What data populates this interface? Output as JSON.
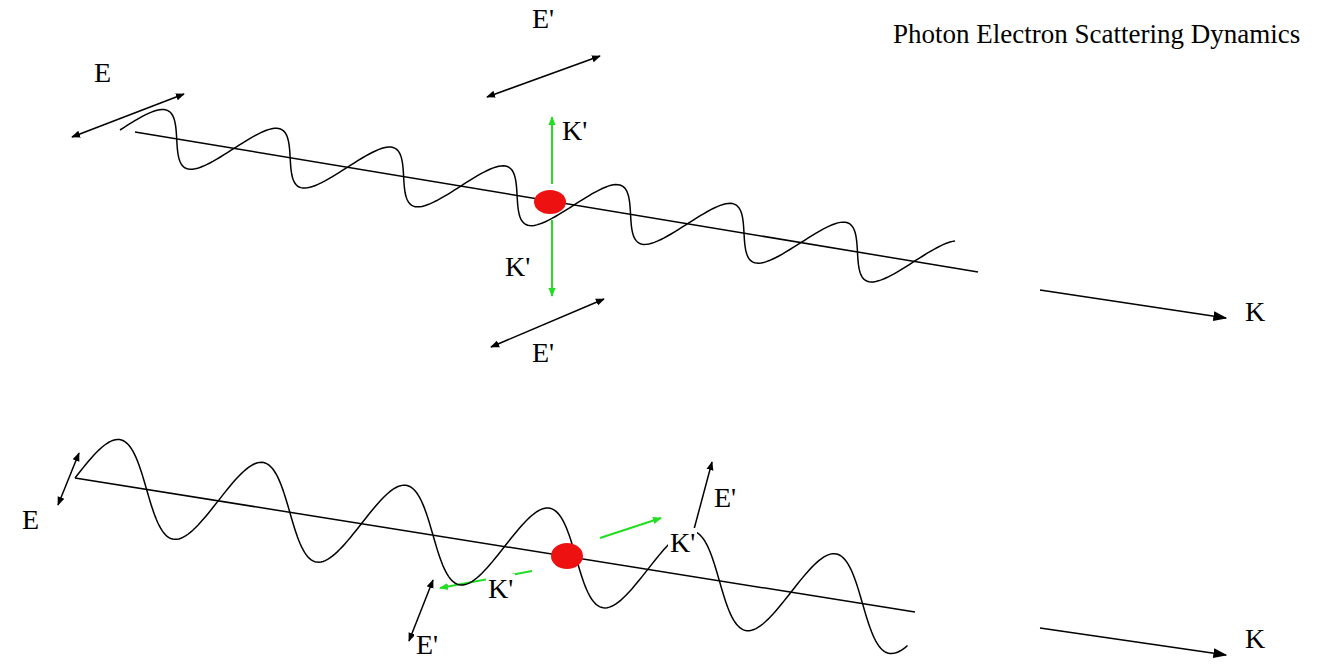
{
  "diagram": {
    "title": "Photon Electron Scattering Dynamics",
    "labels": [
      "E'",
      "E",
      "K'",
      "K'",
      "K",
      "E'",
      "E'",
      "E",
      "K'",
      "K'",
      "K",
      "E'"
    ]
  }
}
